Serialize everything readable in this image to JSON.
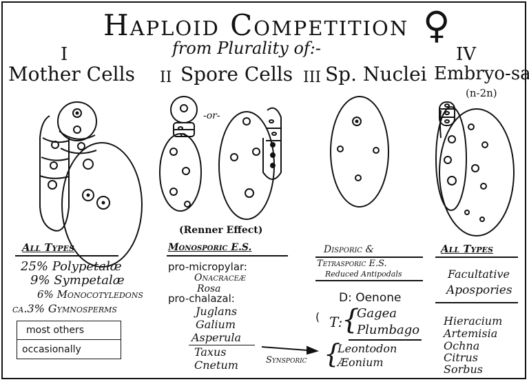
{
  "title": "Haploid Competition",
  "female_symbol": "♀",
  "subtitle": "from Plurality of:-",
  "columns": [
    {
      "numeral": "I",
      "heading": "Mother Cells"
    },
    {
      "numeral": "II",
      "heading": "Spore Cells"
    },
    {
      "numeral": "III",
      "heading": "Sp. Nuclei"
    },
    {
      "numeral": "IV",
      "heading": "Embryo-sacs"
    }
  ],
  "embryo_ploidy": "(n-2n)",
  "or_label": "-or-",
  "renner_label": "(Renner Effect)",
  "col1": {
    "header": "All Types",
    "lines": [
      "25% Polypetalæ",
      "9% Sympetalæ",
      "6% Monocotyledons",
      "ca.3% Gymnosperms"
    ],
    "box_lines": [
      "most others",
      "occasionally"
    ]
  },
  "col2": {
    "header": "Monosporic E.S.",
    "lines": [
      "pro-micropylar:",
      "Onacraceæ",
      "Rosa",
      "pro-chalazal:",
      "Juglans",
      "Galium",
      "Asperula",
      "Taxus",
      "Cnetum"
    ]
  },
  "col3": {
    "header_line1": "Disporic &",
    "header_line2": "Tetrasporic E.S.",
    "header_line3": "Reduced Antipodals",
    "d_line": "D: Oenone",
    "t_prefix": "T:",
    "t_items": [
      "Gagea",
      "Plumbago"
    ],
    "synsporic_label": "Synsporic",
    "syn_items": [
      "Leontodon",
      "Æonium"
    ]
  },
  "col4": {
    "header": "All Types",
    "lines_a": [
      "Facultative",
      "Apospories"
    ],
    "lines_b": [
      "Hieracium",
      "Artemisia",
      "Ochna",
      "Citrus",
      "Sorbus"
    ]
  }
}
